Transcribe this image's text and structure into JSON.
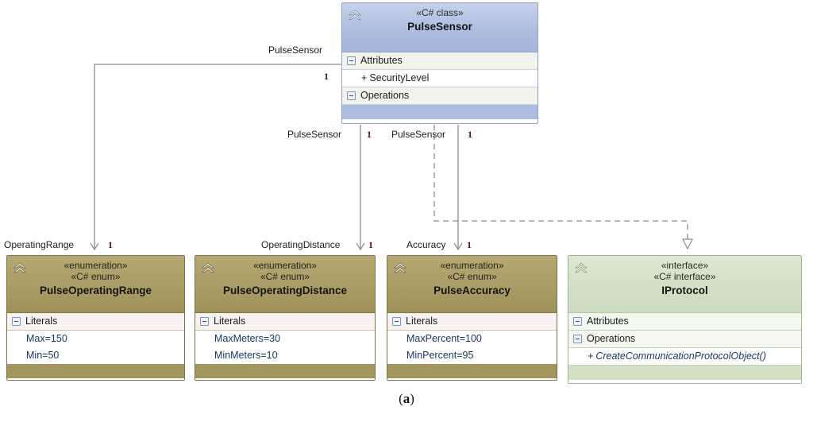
{
  "diagram": {
    "caption": "(a)",
    "caption_prefix": "(",
    "caption_letter": "a",
    "caption_suffix": ")",
    "colors": {
      "class_header": "#aebddf",
      "enum_header": "#a99c66",
      "interface_header": "#d2e0c6",
      "edge_line": "#8c8c8c",
      "multiplicity_text": "#4a1616"
    }
  },
  "nodes": {
    "pulse_sensor": {
      "stereotype": "«C# class»",
      "name": "PulseSensor",
      "chevron_icon": "double-chevron-up-icon",
      "compartments": [
        {
          "label": "Attributes",
          "icon": "collapse-minus-icon"
        },
        {
          "label": "Operations",
          "icon": "collapse-minus-icon"
        }
      ],
      "attributes": [
        {
          "visibility": "+",
          "text": "SecurityLevel"
        }
      ],
      "operations": []
    },
    "pulse_operating_range": {
      "stereotype_1": "«enumeration»",
      "stereotype_2": "«C# enum»",
      "name": "PulseOperatingRange",
      "chevron_icon": "double-chevron-up-icon",
      "compartment_label": "Literals",
      "literals": [
        "Max=150",
        "Min=50"
      ]
    },
    "pulse_operating_distance": {
      "stereotype_1": "«enumeration»",
      "stereotype_2": "«C# enum»",
      "name": "PulseOperatingDistance",
      "chevron_icon": "double-chevron-up-icon",
      "compartment_label": "Literals",
      "literals": [
        "MaxMeters=30",
        "MinMeters=10"
      ]
    },
    "pulse_accuracy": {
      "stereotype_1": "«enumeration»",
      "stereotype_2": "«C# enum»",
      "name": "PulseAccuracy",
      "chevron_icon": "double-chevron-up-icon",
      "compartment_label": "Literals",
      "literals": [
        "MaxPercent=100",
        "MinPercent=95"
      ]
    },
    "iprotocol": {
      "stereotype_1": "«interface»",
      "stereotype_2": "«C# interface»",
      "name": "IProtocol",
      "chevron_icon": "double-chevron-up-icon",
      "compartments": [
        {
          "label": "Attributes",
          "icon": "collapse-minus-icon"
        },
        {
          "label": "Operations",
          "icon": "collapse-minus-icon"
        }
      ],
      "operations": [
        {
          "visibility": "+",
          "text": "CreateCommunicationProtocolObject()"
        }
      ]
    }
  },
  "edges": {
    "range": {
      "source_role": "PulseSensor",
      "source_mult": "1",
      "target_role": "OperatingRange",
      "target_mult": "1",
      "style": "solid",
      "arrow": "open-arrow"
    },
    "distance": {
      "source_role": "PulseSensor",
      "source_mult": "1",
      "target_role": "OperatingDistance",
      "target_mult": "1",
      "style": "solid",
      "arrow": "open-arrow"
    },
    "accuracy": {
      "source_role": "PulseSensor",
      "source_mult": "1",
      "target_role": "Accuracy",
      "target_mult": "1",
      "style": "solid",
      "arrow": "open-arrow"
    },
    "realization": {
      "style": "dashed",
      "arrow": "hollow-triangle"
    }
  }
}
